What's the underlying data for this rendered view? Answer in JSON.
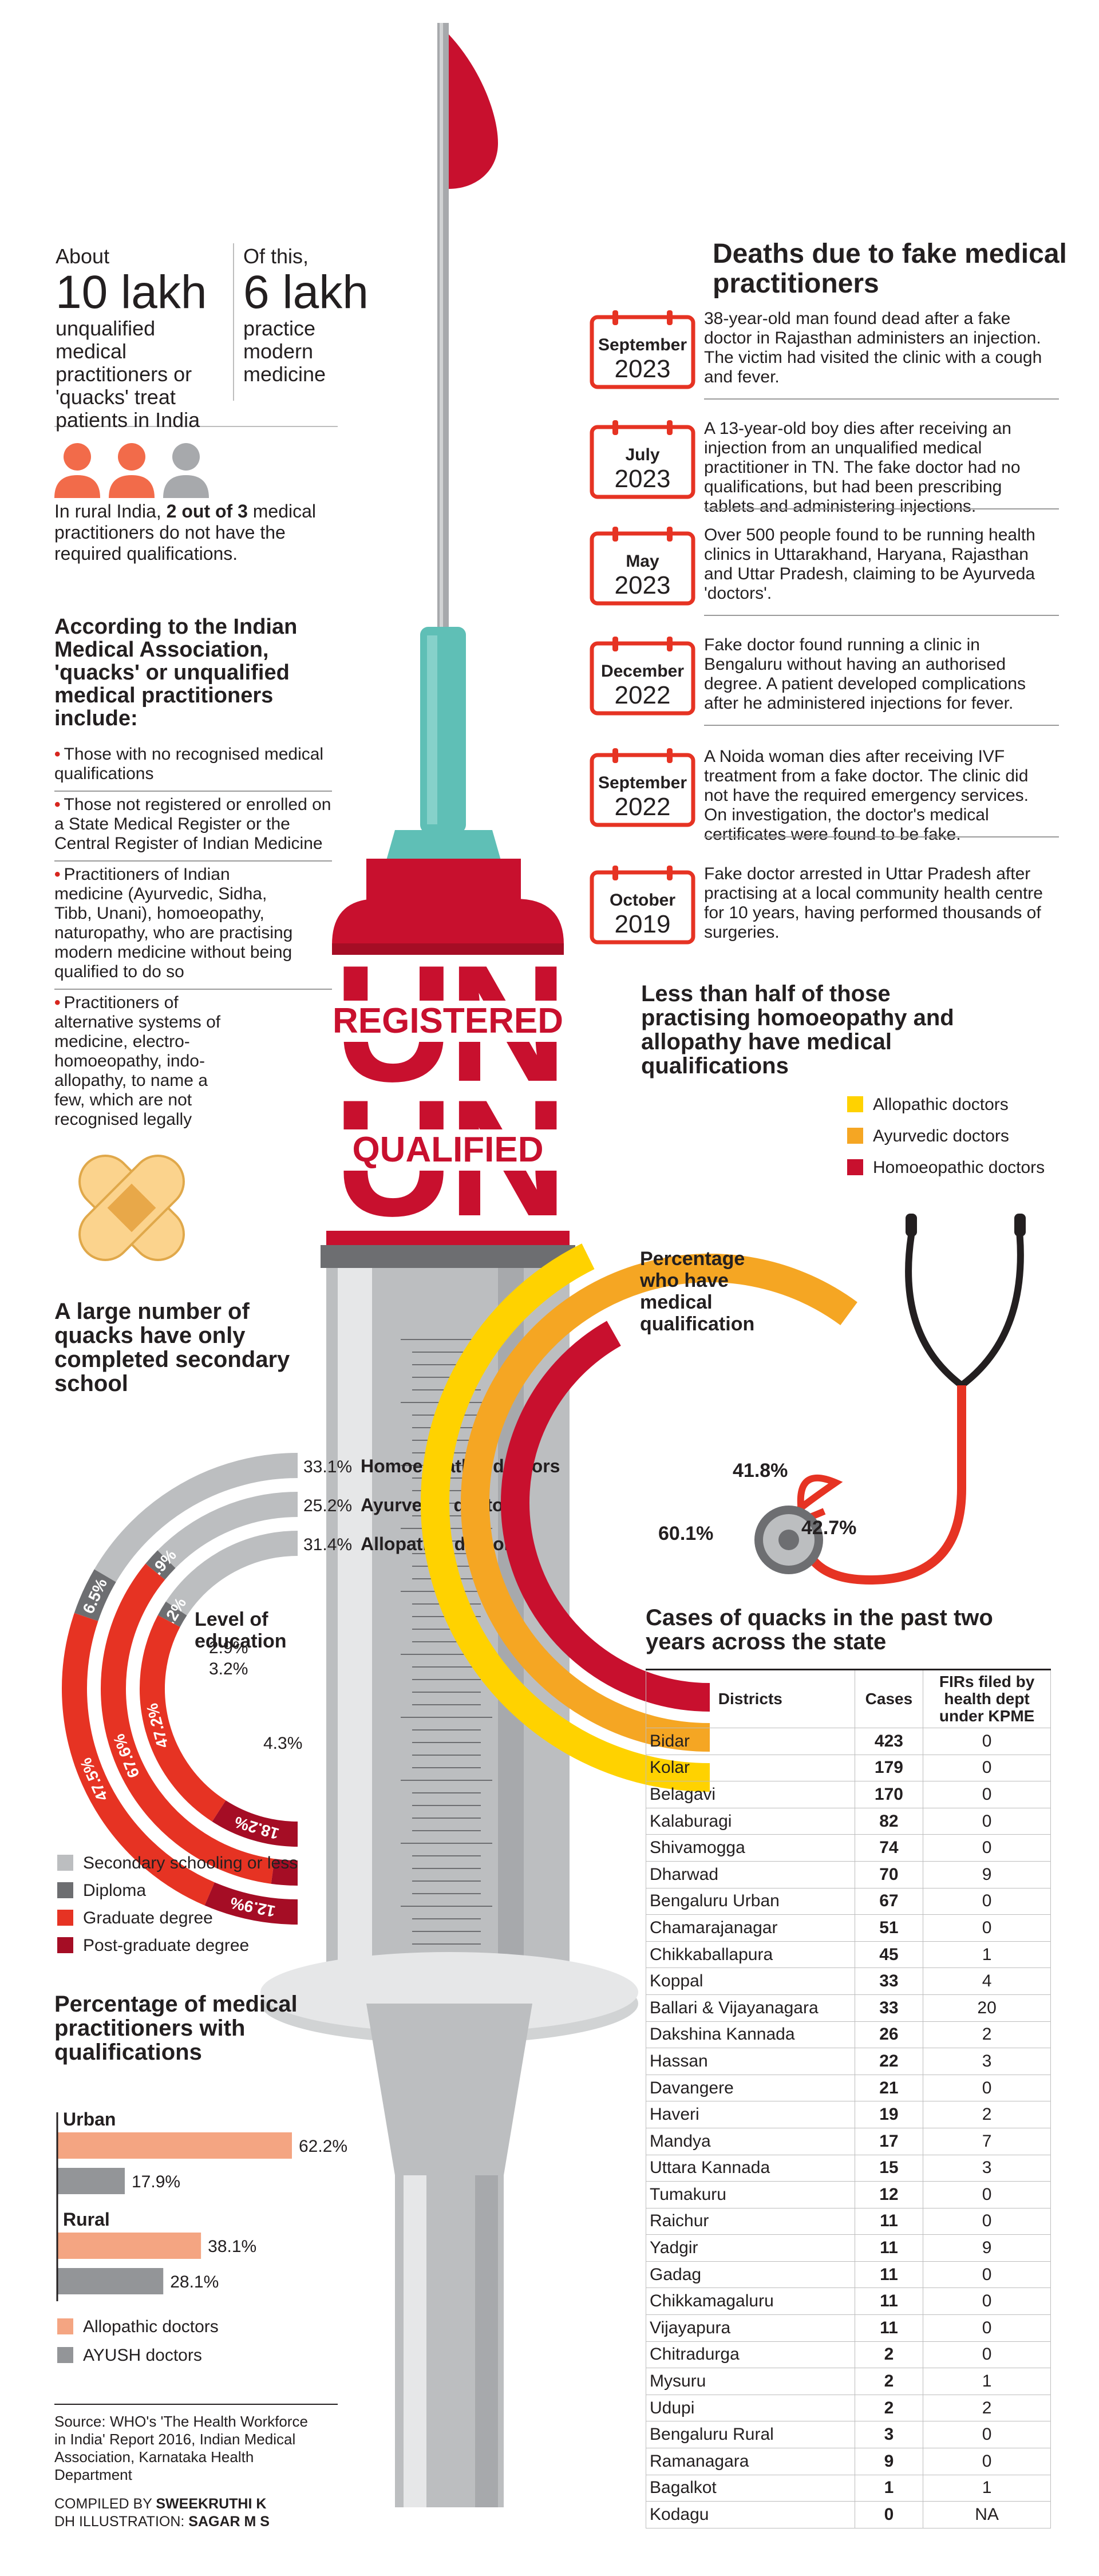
{
  "colors": {
    "red": "#c8102e",
    "bright_red": "#e63323",
    "gray": "#a7a9ac",
    "dark_gray": "#6d6e71",
    "teal": "#5fbfb6",
    "yellow": "#ffd200",
    "orange": "#f5a623",
    "salmon": "#f4a582",
    "ayush_gray": "#939598"
  },
  "stats": {
    "left_prefix": "About",
    "left_value": "10 lakh",
    "left_desc": "unqualified medical practitioners or 'quacks' treat patients in India",
    "right_prefix": "Of this,",
    "right_value": "6 lakh",
    "right_desc": "practice modern medicine"
  },
  "rural": {
    "text_before": "In rural India, ",
    "text_bold": "2 out of 3",
    "text_after": " medical practitioners do not have the required qualifications."
  },
  "ima": {
    "heading": "According to the Indian Medical Association, 'quacks' or unqualified medical practitioners include:",
    "bullets": [
      "Those with no recognised medical qualifications",
      "Those not registered or enrolled on a State Medical Register or the Central Register of Indian Medicine",
      "Practitioners of Indian medicine (Ayurvedic, Sidha, Tibb, Unani), homoeopathy, naturopathy, who are practising modern medicine without being qualified to do so",
      "Practitioners of alternative systems of medicine, electro-homoeopathy, indo-allopathy, to name a few, which are not recognised legally"
    ]
  },
  "syringe_text": {
    "top": "UN",
    "word1": "REGISTERED",
    "bottom": "UN",
    "word2": "QUALIFIED"
  },
  "deaths": {
    "title": "Deaths due to fake medical practitioners",
    "events": [
      {
        "month": "September",
        "year": "2023",
        "text": "38-year-old man found dead after a fake doctor in Rajasthan administers an injection. The victim had visited the clinic with a cough and fever."
      },
      {
        "month": "July",
        "year": "2023",
        "text": "A 13-year-old boy dies after receiving an injection from an unqualified medical practitioner in TN. The fake doctor had no qualifications, but had been prescribing tablets and administering injections."
      },
      {
        "month": "May",
        "year": "2023",
        "text": "Over 500 people found to be running health clinics in Uttarakhand, Haryana, Rajasthan and Uttar Pradesh, claiming to be Ayurveda 'doctors'."
      },
      {
        "month": "December",
        "year": "2022",
        "text": "Fake doctor found running a clinic in Bengaluru without having an authorised degree. A patient developed complications after he administered injections for fever."
      },
      {
        "month": "September",
        "year": "2022",
        "text": "A Noida woman dies after receiving IVF treatment from a fake doctor. The clinic did not have the required emergency services. On investigation, the doctor's medical certificates were found to be fake."
      },
      {
        "month": "October",
        "year": "2019",
        "text": "Fake doctor arrested in Uttar Pradesh after practising at a local community health centre for 10 years, having performed thousands of surgeries."
      }
    ]
  },
  "education": {
    "title": "A large number of quacks have only completed secondary school",
    "center_label": "Level of education",
    "legend": [
      "Secondary schooling or less",
      "Diploma",
      "Graduate degree",
      "Post-graduate degree"
    ]
  },
  "qualification": {
    "title": "Less than half of those practising homoeopathy and allopathy have medical qualifications",
    "center_label": "Percentage who have medical qualification",
    "legend": [
      "Allopathic doctors",
      "Ayurvedic doctors",
      "Homoeopathic doctors"
    ]
  },
  "urban_rural": {
    "title": "Percentage of medical practitioners with qualifications",
    "legend": [
      "Allopathic doctors",
      "AYUSH doctors"
    ]
  },
  "cases": {
    "title": "Cases of quacks in the past two years across the state",
    "headers": [
      "Districts",
      "Cases",
      "FIRs filed by health dept under KPME"
    ],
    "rows": [
      [
        "Bidar",
        "423",
        "0"
      ],
      [
        "Kolar",
        "179",
        "0"
      ],
      [
        "Belagavi",
        "170",
        "0"
      ],
      [
        "Kalaburagi",
        "82",
        "0"
      ],
      [
        "Shivamogga",
        "74",
        "0"
      ],
      [
        "Dharwad",
        "70",
        "9"
      ],
      [
        "Bengaluru Urban",
        "67",
        "0"
      ],
      [
        "Chamarajanagar",
        "51",
        "0"
      ],
      [
        "Chikkaballapura",
        "45",
        "1"
      ],
      [
        "Koppal",
        "33",
        "4"
      ],
      [
        "Ballari & Vijayanagara",
        "33",
        "20"
      ],
      [
        "Dakshina Kannada",
        "26",
        "2"
      ],
      [
        "Hassan",
        "22",
        "3"
      ],
      [
        "Davangere",
        "21",
        "0"
      ],
      [
        "Haveri",
        "19",
        "2"
      ],
      [
        "Mandya",
        "17",
        "7"
      ],
      [
        "Uttara Kannada",
        "15",
        "3"
      ],
      [
        "Tumakuru",
        "12",
        "0"
      ],
      [
        "Raichur",
        "11",
        "0"
      ],
      [
        "Yadgir",
        "11",
        "9"
      ],
      [
        "Gadag",
        "11",
        "0"
      ],
      [
        "Chikkamagaluru",
        "11",
        "0"
      ],
      [
        "Vijayapura",
        "11",
        "0"
      ],
      [
        "Chitradurga",
        "2",
        "0"
      ],
      [
        "Mysuru",
        "2",
        "1"
      ],
      [
        "Udupi",
        "2",
        "2"
      ],
      [
        "Bengaluru Rural",
        "3",
        "0"
      ],
      [
        "Ramanagara",
        "9",
        "0"
      ],
      [
        "Bagalkot",
        "1",
        "1"
      ],
      [
        "Kodagu",
        "0",
        "NA"
      ]
    ]
  },
  "source": {
    "text": "Source: WHO's 'The Health Workforce in India' Report 2016, Indian Medical Association, Karnataka Health Department",
    "compiled_prefix": "COMPILED BY ",
    "compiled_name": "SWEEKRUTHI K",
    "illus_prefix": "DH ILLUSTRATION: ",
    "illus_name": "SAGAR M S"
  },
  "chart_data": [
    {
      "type": "pie",
      "chart": "education-rings",
      "title": "A large number of quacks have only completed secondary school",
      "categories": [
        "Secondary schooling or less",
        "Diploma",
        "Graduate degree",
        "Post-graduate degree"
      ],
      "series": [
        {
          "name": "Homoeopathic doctors",
          "values": [
            33.1,
            6.5,
            47.5,
            12.9
          ],
          "labels": [
            "33.1%",
            "6.5%",
            "47.5%",
            "12.9%"
          ]
        },
        {
          "name": "Ayurvedic doctors",
          "values": [
            25.2,
            2.9,
            67.6,
            4.3
          ],
          "labels": [
            "25.2%",
            "2.9%",
            "67.6%",
            "4.3%"
          ]
        },
        {
          "name": "Allopathic doctors",
          "values": [
            31.4,
            3.2,
            47.2,
            18.2
          ],
          "labels": [
            "31.4%",
            "3.2%",
            "47.2%",
            "18.2%"
          ]
        }
      ]
    },
    {
      "type": "pie",
      "chart": "qualification-arcs",
      "title": "Less than half of those practising homoeopathy and allopathy have medical qualifications",
      "series": [
        {
          "name": "Allopathic doctors",
          "value": 42.7,
          "label": "42.7%"
        },
        {
          "name": "Ayurvedic doctors",
          "value": 60.1,
          "label": "60.1%"
        },
        {
          "name": "Homoeopathic doctors",
          "value": 41.8,
          "label": "41.8%"
        }
      ]
    },
    {
      "type": "bar",
      "chart": "urban-rural",
      "title": "Percentage of medical practitioners with qualifications",
      "categories": [
        "Urban",
        "Rural"
      ],
      "series": [
        {
          "name": "Allopathic doctors",
          "values": [
            62.2,
            38.1
          ],
          "labels": [
            "62.2%",
            "38.1%"
          ]
        },
        {
          "name": "AYUSH doctors",
          "values": [
            17.9,
            28.1
          ],
          "labels": [
            "17.9%",
            "28.1%"
          ]
        }
      ],
      "xlim": [
        0,
        100
      ]
    }
  ]
}
